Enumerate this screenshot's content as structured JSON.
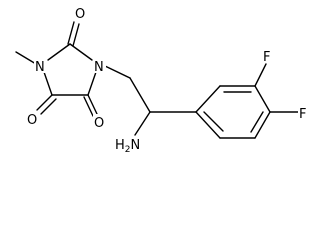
{
  "structure": {
    "atoms": {
      "o_top": "O",
      "n_methyl": "N",
      "n_chain": "N",
      "o_left": "O",
      "o_right": "O",
      "nh2": "H2N",
      "f_top": "F",
      "f_right": "F"
    },
    "colors": {
      "bond": "#000000",
      "label": "#000000",
      "background": "#ffffff"
    }
  }
}
